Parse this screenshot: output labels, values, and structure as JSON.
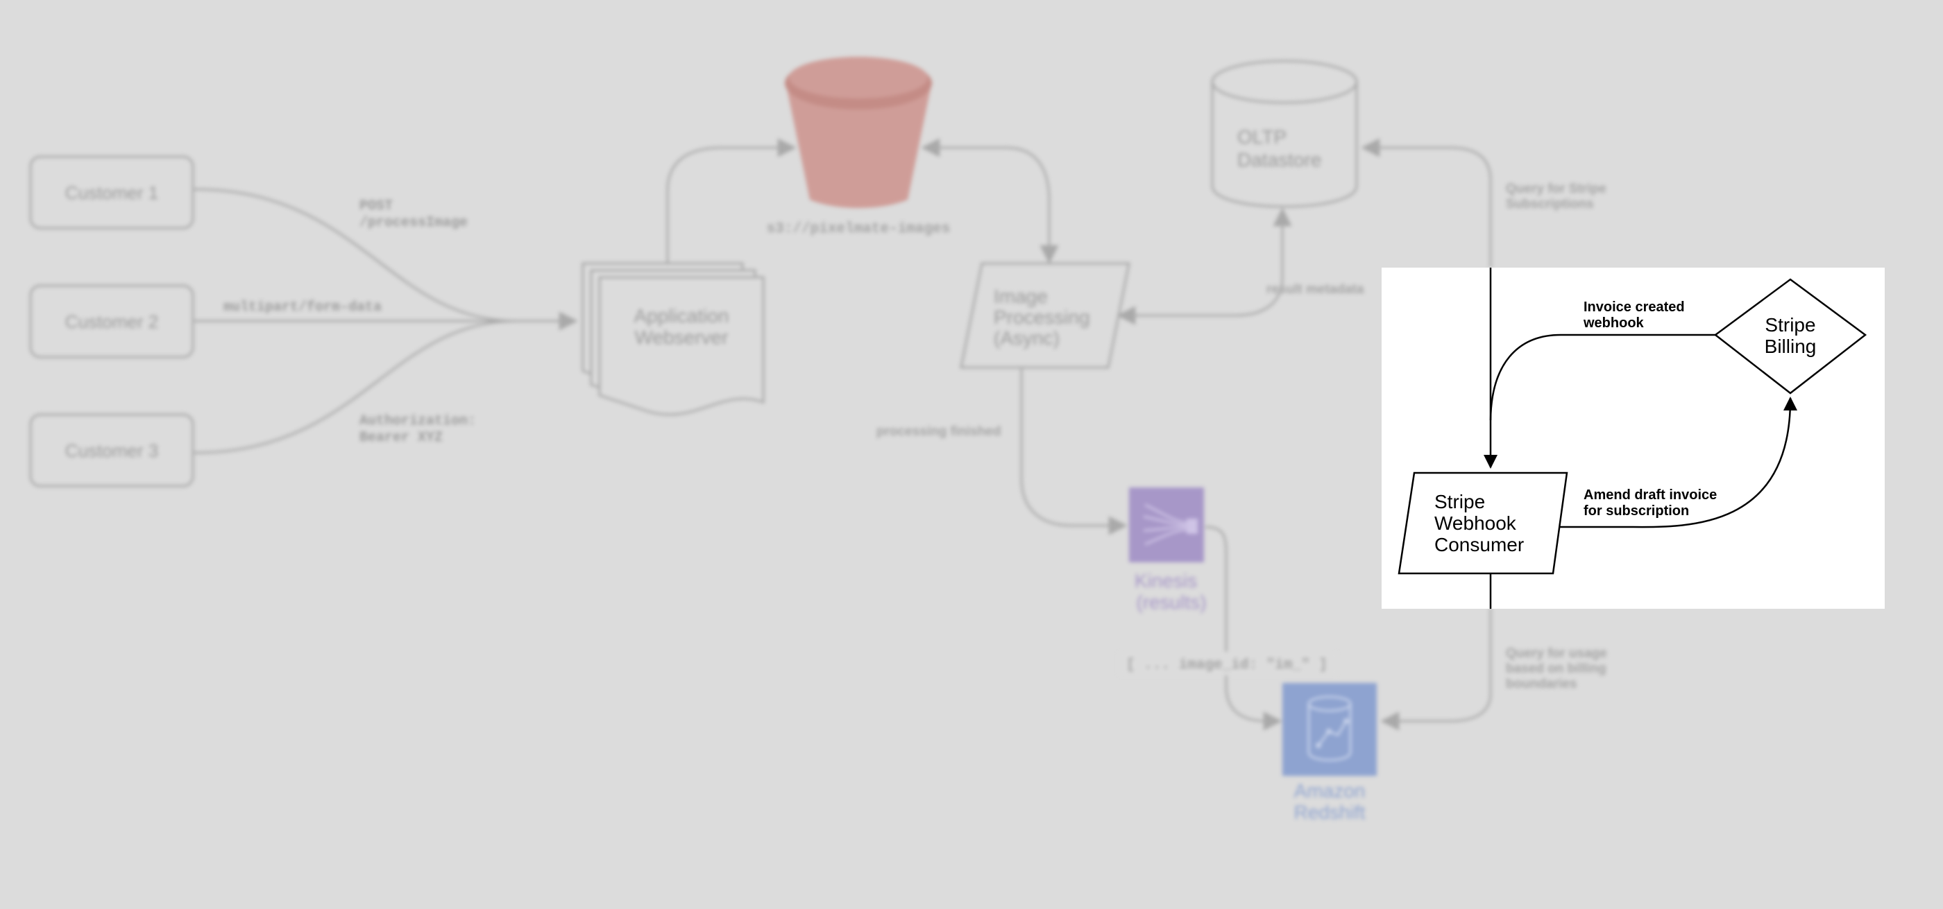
{
  "customers": [
    {
      "label": "Customer 1"
    },
    {
      "label": "Customer 2"
    },
    {
      "label": "Customer 3"
    }
  ],
  "request_annotations": {
    "post_line1": "POST",
    "post_line2": "/processImage",
    "content_type": "multipart/form-data",
    "auth_line1": "Authorization:",
    "auth_line2": "Bearer XYZ"
  },
  "webserver": {
    "line1": "Application",
    "line2": "Webserver"
  },
  "bucket": {
    "label": "s3://pixelmate-images"
  },
  "oltp": {
    "line1": "OLTP",
    "line2": "Datastore"
  },
  "image_processing": {
    "line1": "Image",
    "line2": "Processing",
    "line3": "(Async)"
  },
  "edge_labels": {
    "result_metadata": "result metadata",
    "processing_finished": "processing finished",
    "query_subscriptions_line1": "Query for Stripe",
    "query_subscriptions_line2": "Subscriptions",
    "query_usage_line1": "Query for usage",
    "query_usage_line2": "based on billing",
    "query_usage_line3": "boundaries",
    "image_id_payload": "[ ... image_id: \"im_\" ]"
  },
  "kinesis": {
    "line1": "Kinesis",
    "line2": "(results)"
  },
  "redshift": {
    "line1": "Amazon",
    "line2": "Redshift"
  },
  "focus": {
    "stripe_billing": {
      "line1": "Stripe",
      "line2": "Billing"
    },
    "webhook_consumer": {
      "line1": "Stripe",
      "line2": "Webhook",
      "line3": "Consumer"
    },
    "invoice_created": {
      "line1": "Invoice created",
      "line2": "webhook"
    },
    "amend_draft": {
      "line1": "Amend draft invoice",
      "line2": "for subscription"
    }
  },
  "colors": {
    "background": "#dcdcdc",
    "faded_stroke": "#a9a9a9",
    "faded_text": "#9b9b9b",
    "bucket": "#cf9d98",
    "kinesis": "#a797c8",
    "redshift": "#8ea3d0",
    "focus_bg": "#ffffff",
    "focus_ink": "#000000"
  },
  "icons": [
    "s3-bucket-icon",
    "database-cylinder-icon",
    "kinesis-icon",
    "redshift-icon"
  ]
}
